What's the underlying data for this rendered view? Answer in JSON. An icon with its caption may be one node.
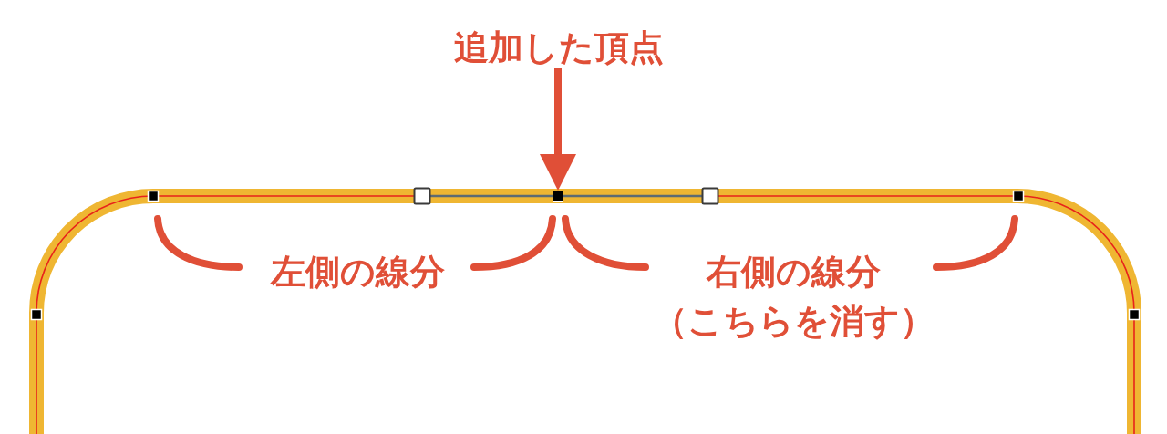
{
  "diagram": {
    "nodes": [
      {
        "text": [
          "追加した頂点"
        ]
      },
      {
        "text": [],
        "shape": "box"
      }
    ],
    "edges": [
      {
        "from": 0,
        "to": 1,
        "arrow": "to"
      }
    ],
    "labels": [
      "左側の線分",
      "右側の線分（こちらを消す）"
    ]
  }
}
